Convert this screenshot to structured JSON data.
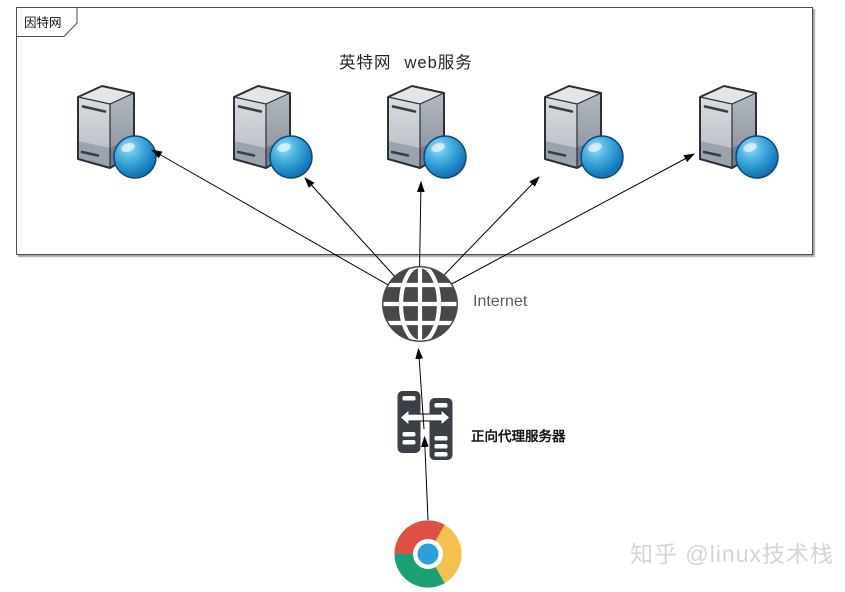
{
  "diagram": {
    "boundary_label": "因特网",
    "title_part1": "英特网",
    "title_part2": "web服务",
    "internet_label": "Internet",
    "proxy_label": "正向代理服务器",
    "watermark": "知乎 @linux技术栈"
  },
  "icons": {
    "web_server": "server-tower-with-blue-sphere-icon",
    "internet": "globe-grid-icon",
    "proxy": "dual-server-exchange-icon",
    "browser": "chrome-browser-icon"
  },
  "structure": {
    "web_server_count": 5,
    "connections": [
      "internet -> web-server-1",
      "internet -> web-server-2",
      "internet -> web-server-3",
      "internet -> web-server-4",
      "internet -> web-server-5",
      "proxy-server -> internet",
      "browser -> proxy-server"
    ]
  },
  "colors": {
    "sphere_blue": "#2b9cd8",
    "server_gray": "#c7ccd2",
    "icon_dark_gray": "#3a4046",
    "globe_gray": "#484848",
    "line_black": "#000000",
    "boundary_border": "#4d4d4d",
    "watermark_gray": "#d4d4d4",
    "chrome_red": "#dd5145",
    "chrome_yellow": "#f2c14e",
    "chrome_green": "#1d9f74",
    "chrome_blue": "#2d9fd8"
  }
}
